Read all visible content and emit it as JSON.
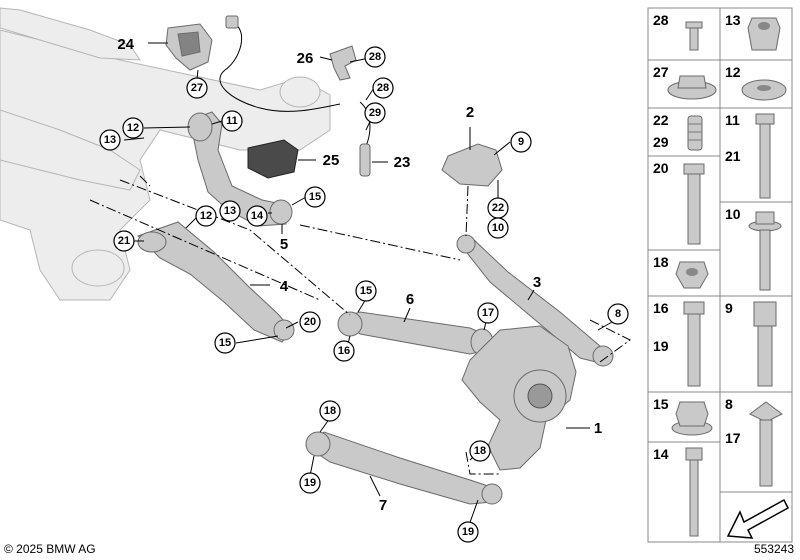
{
  "copyright": "© 2025 BMW AG",
  "diagram_id": "553243",
  "callouts": {
    "c1": "1",
    "c2": "2",
    "c3": "3",
    "c4": "4",
    "c5": "5",
    "c6": "6",
    "c7": "7",
    "c8": "8",
    "c9": "9",
    "c10": "10",
    "c11": "11",
    "c12a": "12",
    "c12b": "12",
    "c13a": "13",
    "c13b": "13",
    "c14": "14",
    "c15a": "15",
    "c15b": "15",
    "c15c": "15",
    "c16": "16",
    "c17": "17",
    "c18a": "18",
    "c18b": "18",
    "c19a": "19",
    "c19b": "19",
    "c20": "20",
    "c21": "21",
    "c22": "22",
    "c23": "23",
    "c24": "24",
    "c25": "25",
    "c26": "26",
    "c27": "27",
    "c28a": "28",
    "c28b": "28",
    "c29": "29"
  },
  "legend": {
    "r1": {
      "left": "28",
      "right": "13"
    },
    "r2": {
      "left": "27",
      "right": "12"
    },
    "r3": {
      "left_top": "22",
      "left_bottom": "29",
      "right_top": "11",
      "right_bottom": "21"
    },
    "r4": {
      "left": "20",
      "right": "10"
    },
    "r5": {
      "left": "18"
    },
    "r6": {
      "left_top": "16",
      "left_bottom": "19",
      "right": "9"
    },
    "r7": {
      "left": "15",
      "right_top": "8",
      "right_bottom": "17"
    },
    "r8": {
      "left": "14"
    }
  }
}
